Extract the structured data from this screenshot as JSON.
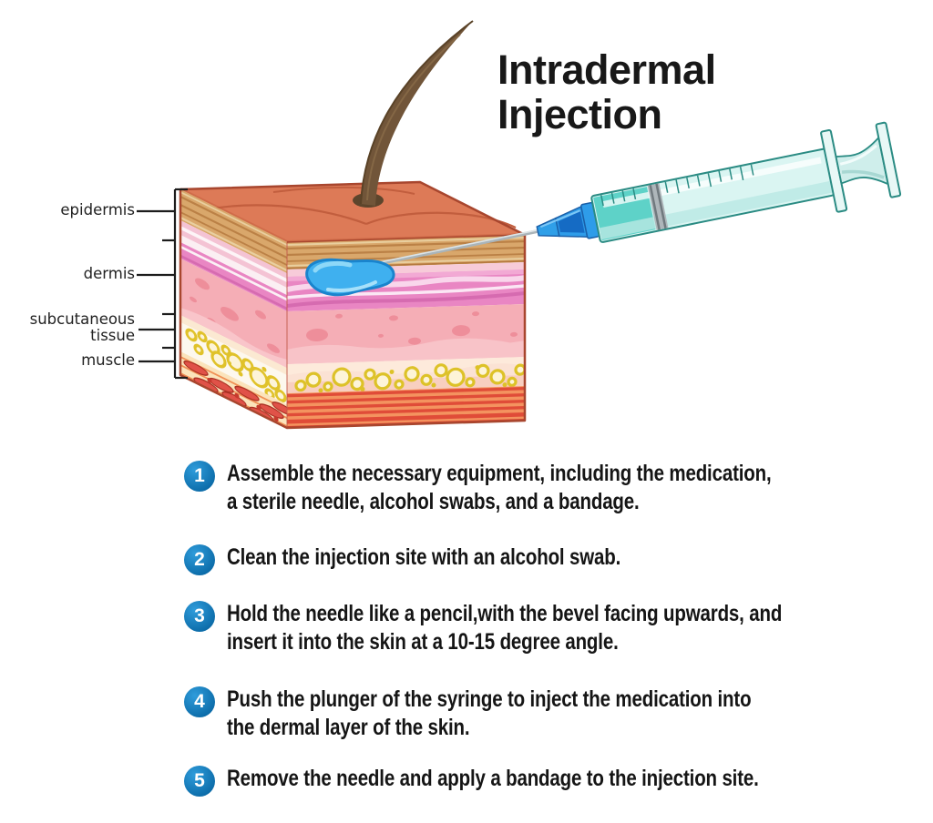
{
  "title": {
    "lines": [
      "Intradermal",
      "Injection"
    ]
  },
  "skin_labels": {
    "epidermis": "epidermis",
    "dermis": "dermis",
    "subcutaneous_tissue": [
      "subcutaneous",
      "tissue"
    ],
    "muscle": "muscle"
  },
  "steps": [
    {
      "num": "1",
      "lines": [
        "Assemble the necessary equipment, including the medication,",
        "a sterile needle, alcohol swabs, and a bandage."
      ]
    },
    {
      "num": "2",
      "lines": [
        "Clean the injection site with an alcohol swab."
      ]
    },
    {
      "num": "3",
      "lines": [
        "Hold the needle like a pencil,with the bevel facing upwards, and",
        "insert it into the skin at a 10-15 degree angle."
      ]
    },
    {
      "num": "4",
      "lines": [
        "Push the plunger of the syringe to inject the medication into",
        "the dermal layer of the skin."
      ]
    },
    {
      "num": "5",
      "lines": [
        "Remove the needle and apply a bandage to the injection site."
      ]
    }
  ],
  "colors": {
    "step_badge_blue": "#1077be",
    "medication_blue": "#3fb0ef",
    "syringe_barrel_teal": "#daf5f2",
    "needle_hub_blue": "#2e9ce9",
    "skin_surface_salmon": "#dd7a57",
    "epidermis_tan": "#d9a76b",
    "dermis_pink": "#f5aeb6",
    "fat_yellow": "#e0c22a",
    "muscle_red": "#e14e3a",
    "text_black": "#181818"
  }
}
